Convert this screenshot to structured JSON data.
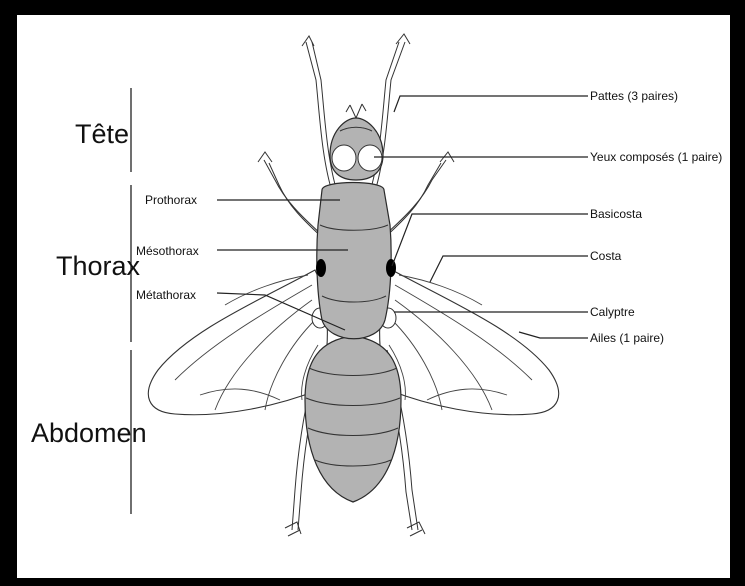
{
  "segments": {
    "head": "Tête",
    "thorax": "Thorax",
    "abdomen": "Abdomen"
  },
  "labels": {
    "prothorax": "Prothorax",
    "mesothorax": "Mésothorax",
    "metathorax": "Métathorax",
    "pattes": "Pattes (3 paires)",
    "yeux": "Yeux composés (1 paire)",
    "basicosta": "Basicosta",
    "costa": "Costa",
    "calyptre": "Calyptre",
    "ailes": "Ailes (1 paire)"
  },
  "colors": {
    "body_fill": "#b3b3b3",
    "frame": "#000000"
  }
}
